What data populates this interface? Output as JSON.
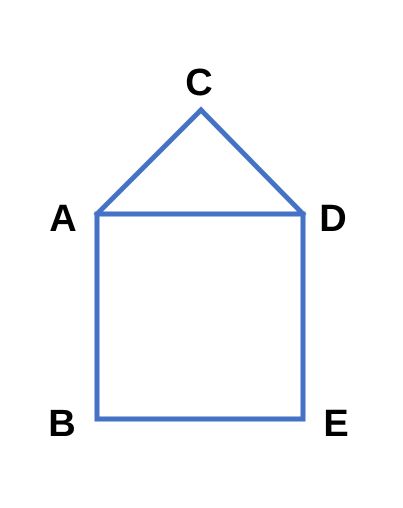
{
  "diagram": {
    "line_color": "#4472C4",
    "vertices": {
      "A": {
        "label": "A"
      },
      "B": {
        "label": "B"
      },
      "C": {
        "label": "C"
      },
      "D": {
        "label": "D"
      },
      "E": {
        "label": "E"
      }
    },
    "edges": [
      [
        "A",
        "C"
      ],
      [
        "C",
        "D"
      ],
      [
        "A",
        "D"
      ],
      [
        "A",
        "B"
      ],
      [
        "B",
        "E"
      ],
      [
        "D",
        "E"
      ]
    ]
  }
}
